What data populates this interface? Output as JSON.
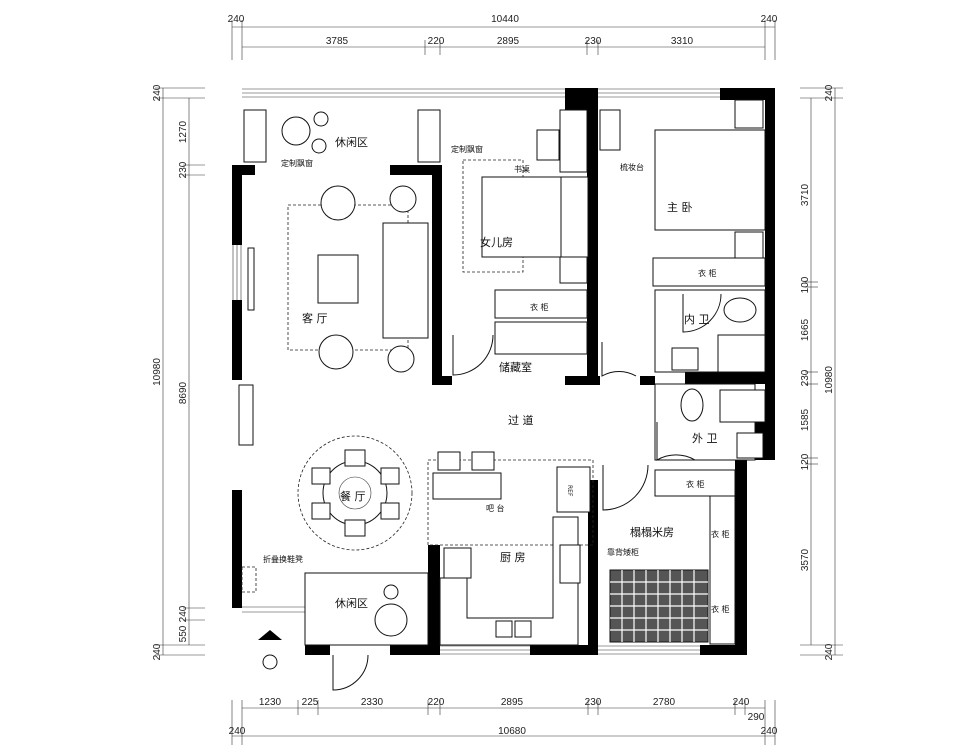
{
  "rooms": {
    "leisure_top": "休闲区",
    "living": "客 厅",
    "daughter": "女儿房",
    "master": "主 卧",
    "storage": "储藏室",
    "inner_bath": "内 卫",
    "corridor": "过 道",
    "outer_bath": "外 卫",
    "dining": "餐 厅",
    "kitchen": "厨 房",
    "tatami": "榻榻米房",
    "leisure_bottom": "休闲区"
  },
  "annotations": {
    "bay_window_1": "定制飘窗",
    "bay_window_2": "定制飘窗",
    "desk": "书桌",
    "vanity": "梳妆台",
    "wardrobe_1": "衣 柜",
    "wardrobe_2": "衣 柜",
    "wardrobe_3": "衣 柜",
    "wardrobe_4": "衣 柜",
    "wardrobe_5": "衣 柜",
    "bar": "吧 台",
    "fridge": "REF",
    "low_cabinet": "靠背矮柜",
    "shoe_bench": "折叠换鞋凳"
  },
  "dimensions": {
    "top_outer": [
      "240",
      "10440",
      "240"
    ],
    "top_inner": [
      "3785",
      "220",
      "2895",
      "230",
      "3310"
    ],
    "left_outer": [
      "240",
      "10980",
      "240"
    ],
    "left_inner": [
      "1270",
      "230",
      "8690",
      "240",
      "550"
    ],
    "right_inner": [
      "240",
      "3710",
      "100",
      "1665",
      "230",
      "1585",
      "120",
      "3570",
      "240"
    ],
    "right_outer": [
      "10980"
    ],
    "bottom_inner": [
      "1230",
      "225",
      "2330",
      "220",
      "2895",
      "230",
      "2780",
      "240",
      "290"
    ],
    "bottom_outer": [
      "240",
      "10680",
      "240"
    ]
  }
}
